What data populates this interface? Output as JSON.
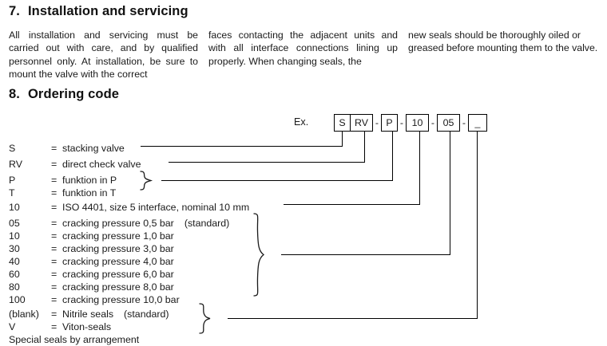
{
  "document": {
    "sections": [
      {
        "number": "7.",
        "title": "Installation and servicing"
      },
      {
        "number": "8.",
        "title": "Ordering code"
      }
    ]
  },
  "installation": {
    "column_1": "All installation and servicing must be carried out with care, and by qualified personnel only. At installation, be sure to mount the valve with the correct",
    "column_2": "faces contacting the adjacent units and with all interface connections lining up properly. When changing seals, the",
    "column_3": "new seals should be thoroughly oiled or greased before mounting them to the valve."
  },
  "ordering_code": {
    "example_label": "Ex.",
    "code_segments": [
      {
        "value": "S",
        "type": "box"
      },
      {
        "value": "RV",
        "type": "box-adjacent"
      },
      {
        "value": "-",
        "type": "dash"
      },
      {
        "value": "P",
        "type": "box"
      },
      {
        "value": "-",
        "type": "dash"
      },
      {
        "value": "10",
        "type": "box"
      },
      {
        "value": "-",
        "type": "dash"
      },
      {
        "value": "05",
        "type": "box"
      },
      {
        "value": "-",
        "type": "dash"
      },
      {
        "value": "_",
        "type": "box"
      }
    ],
    "legend": [
      {
        "key": "S",
        "eq": "=",
        "value": "stacking valve",
        "note": ""
      },
      {
        "key": "RV",
        "eq": "=",
        "value": "direct check valve",
        "note": ""
      },
      {
        "key": "P",
        "eq": "=",
        "value": "funktion in P",
        "note": ""
      },
      {
        "key": "T",
        "eq": "=",
        "value": "funktion in T",
        "note": ""
      },
      {
        "key": "10",
        "eq": "=",
        "value": "ISO 4401, size 5 interface, nominal 10 mm",
        "note": ""
      },
      {
        "key": "05",
        "eq": "=",
        "value": "cracking pressure 0,5 bar",
        "note": "(standard)"
      },
      {
        "key": "10",
        "eq": "=",
        "value": "cracking pressure 1,0 bar",
        "note": ""
      },
      {
        "key": "30",
        "eq": "=",
        "value": "cracking pressure 3,0 bar",
        "note": ""
      },
      {
        "key": "40",
        "eq": "=",
        "value": "cracking pressure 4,0 bar",
        "note": ""
      },
      {
        "key": "60",
        "eq": "=",
        "value": "cracking pressure 6,0 bar",
        "note": ""
      },
      {
        "key": "80",
        "eq": "=",
        "value": "cracking pressure 8,0 bar",
        "note": ""
      },
      {
        "key": "100",
        "eq": "=",
        "value": "cracking pressure 10,0 bar",
        "note": ""
      },
      {
        "key": "(blank)",
        "eq": "=",
        "value": "Nitrile seals",
        "note": "(standard)"
      },
      {
        "key": "V",
        "eq": "=",
        "value": "Viton-seals",
        "note": ""
      },
      {
        "key": "Special seals by arrangement",
        "eq": "",
        "value": "",
        "note": ""
      }
    ]
  },
  "colors": {
    "text": "#1a1a1a",
    "line": "#000000",
    "background": "#ffffff"
  }
}
